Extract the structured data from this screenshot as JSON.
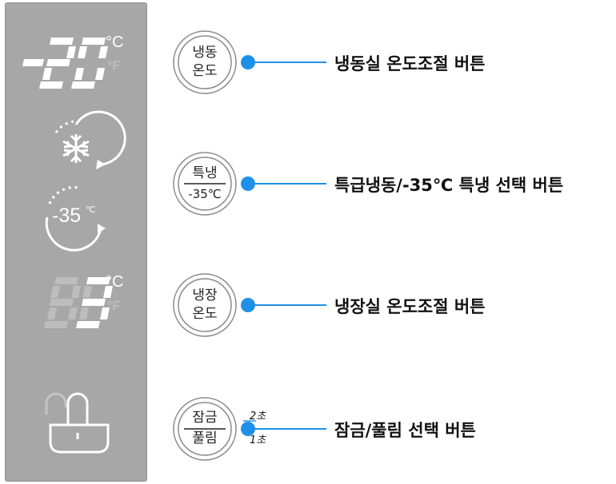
{
  "display": {
    "freezer_temp": "-20",
    "fridge_temp": "3",
    "unit_c": "°C",
    "unit_f": "°F",
    "express_label": "-35",
    "express_unit": "℃"
  },
  "buttons": [
    {
      "line1": "냉동",
      "line2": "온도"
    },
    {
      "line1": "특냉",
      "line2": "-35℃"
    },
    {
      "line1": "냉장",
      "line2": "온도"
    },
    {
      "line1": "잠금",
      "line2": "풀림"
    }
  ],
  "hold_times": {
    "upper": "2초",
    "lower": "1초"
  },
  "callouts": [
    "냉동실 온도조절 버튼",
    "특급냉동/-35℃ 특냉 선택 버튼",
    "냉장실 온도조절 버튼",
    "잠금/풀림 선택 버튼"
  ],
  "colors": {
    "panel": "#a7a7a7",
    "accent": "#1e90e8",
    "segment_on": "#ffffff",
    "segment_off": "#bdbdbd"
  }
}
